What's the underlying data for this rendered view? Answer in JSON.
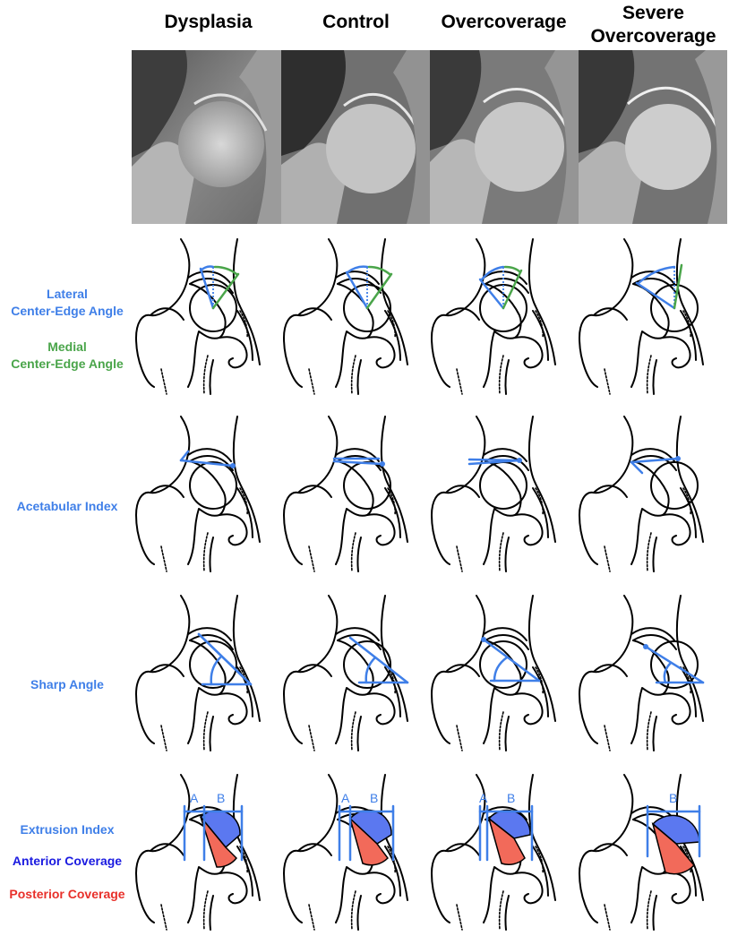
{
  "columns": [
    {
      "title_line1": "Dysplasia",
      "title_line2": ""
    },
    {
      "title_line1": "Control",
      "title_line2": ""
    },
    {
      "title_line1": "Overcoverage",
      "title_line2": ""
    },
    {
      "title_line1": "Severe",
      "title_line2": "Overcoverage"
    }
  ],
  "rows": {
    "cea": {
      "lateral_line1": "Lateral",
      "lateral_line2": "Center-Edge Angle",
      "medial_line1": "Medial",
      "medial_line2": "Center-Edge Angle"
    },
    "acetabular": {
      "label": "Acetabular Index"
    },
    "sharp": {
      "label": "Sharp Angle"
    },
    "extrusion": {
      "label": "Extrusion Index",
      "anterior": "Anterior Coverage",
      "posterior": "Posterior Coverage"
    }
  },
  "extrusion_markers": [
    {
      "a": "A",
      "b": "B"
    },
    {
      "a": "A",
      "b": "B"
    },
    {
      "a": "A",
      "b": "B"
    },
    {
      "a": "",
      "b": "B"
    }
  ],
  "colors": {
    "blue": "#3f7fe8",
    "green": "#4aa54a",
    "anterior": "#5b78f0",
    "posterior": "#f26a5a",
    "anterior_text": "#1a1ae0",
    "posterior_text": "#e8302a"
  }
}
